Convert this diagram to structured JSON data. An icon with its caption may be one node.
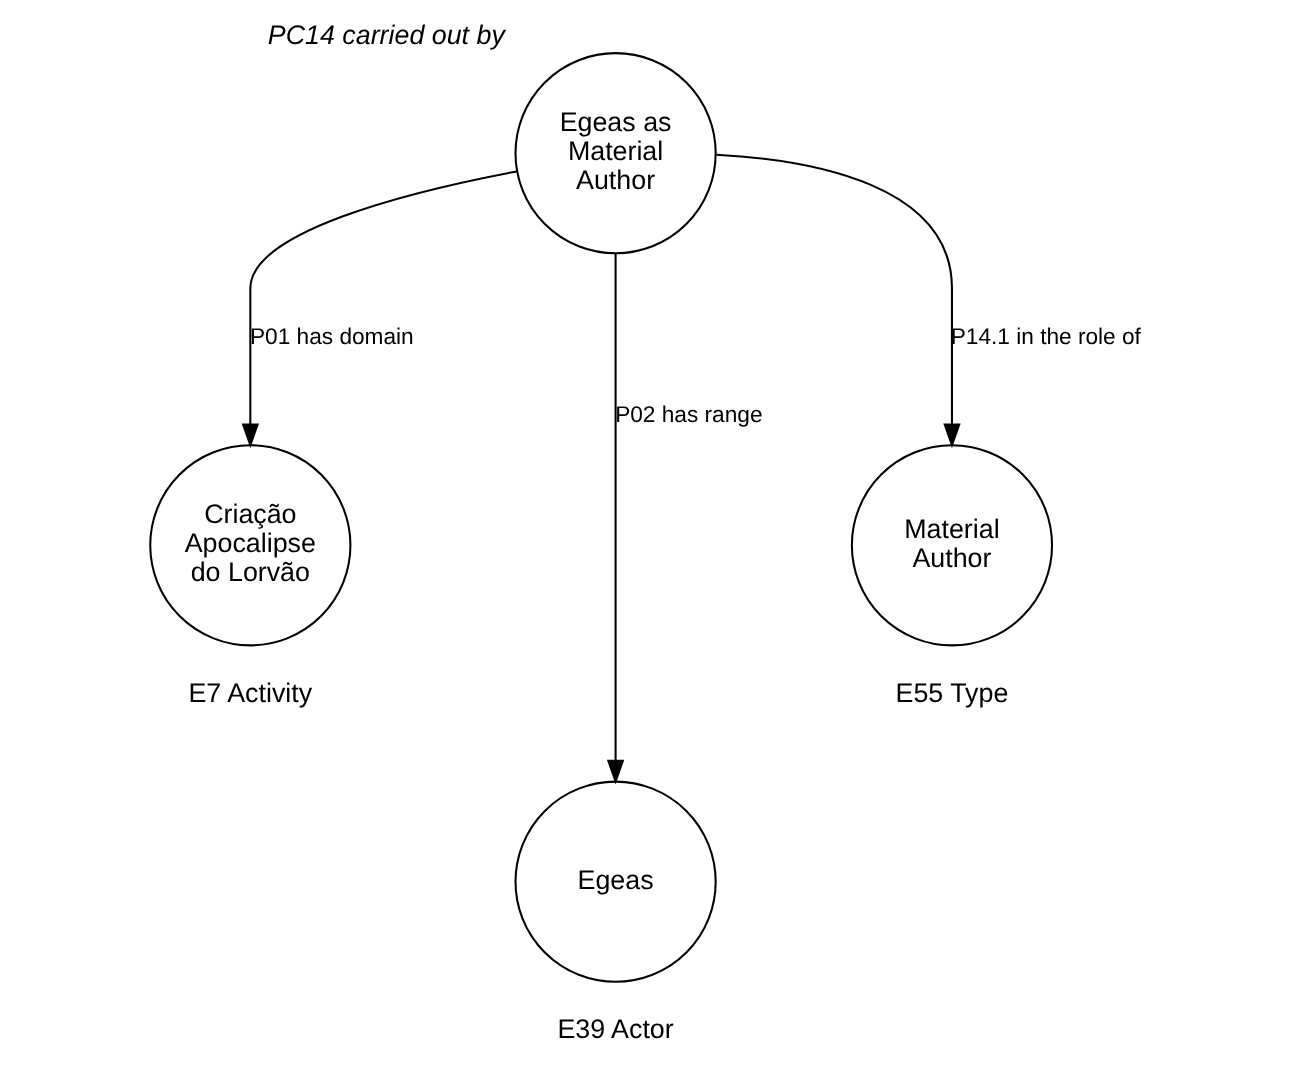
{
  "diagram": {
    "nodes": [
      {
        "text": [
          "Egeas as Material Author"
        ],
        "beside": [
          "PC14 carried out by"
        ]
      },
      {
        "text": [
          "Criação Apocalipse do Lorvão"
        ],
        "beside": [
          "E7 Activity"
        ]
      },
      {
        "text": [
          "Egeas"
        ],
        "beside": [
          "E39 Actor"
        ]
      },
      {
        "text": [
          "Material Author"
        ],
        "beside": [
          "E55 Type"
        ]
      }
    ],
    "edges": [
      {
        "from": 0,
        "to": 1,
        "arrow": "to",
        "label": "P01 has domain"
      },
      {
        "from": 0,
        "to": 2,
        "arrow": "to",
        "label": "P02 has range"
      },
      {
        "from": 0,
        "to": 3,
        "arrow": "to",
        "label": "P14.1 in the role of"
      }
    ]
  }
}
